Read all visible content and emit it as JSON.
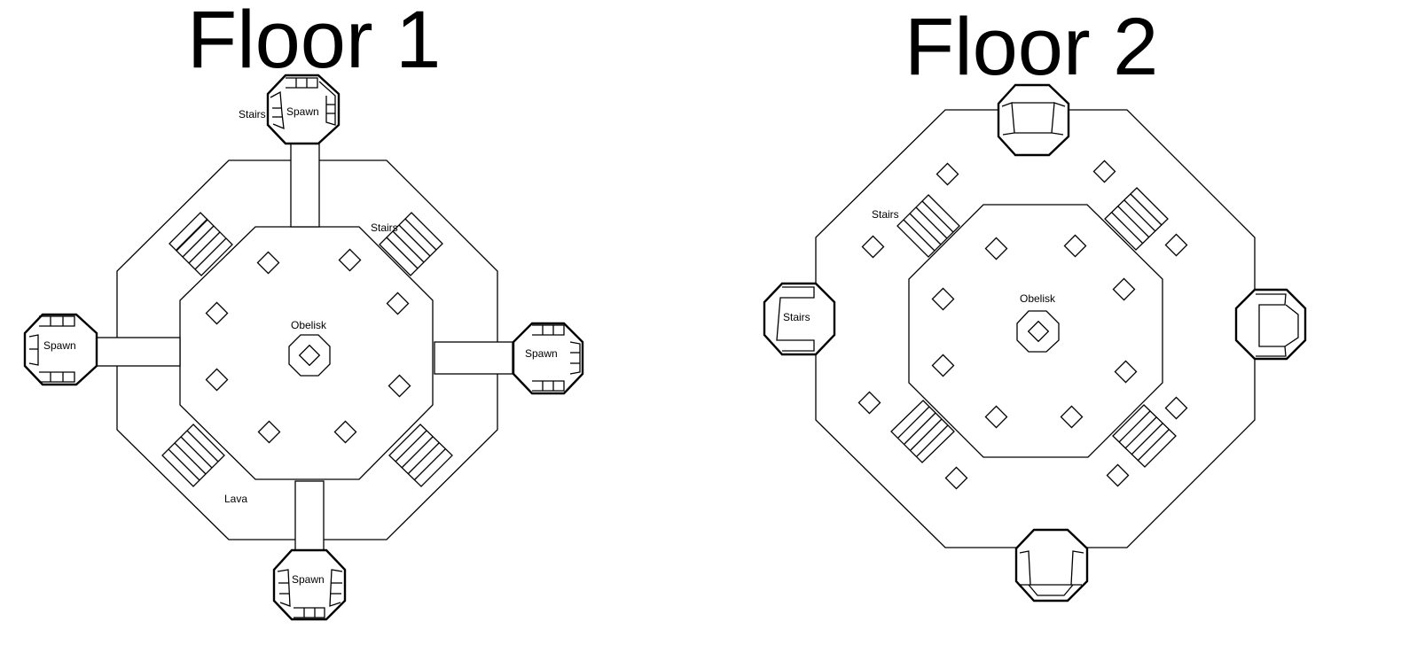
{
  "floors": [
    {
      "title": "Floor 1",
      "labels": {
        "stairs_top": "Stairs",
        "spawn_top": "Spawn",
        "stairs_ne": "Stairs",
        "spawn_left": "Spawn",
        "spawn_right": "Spawn",
        "obelisk": "Obelisk",
        "lava": "Lava",
        "spawn_bottom": "Spawn"
      }
    },
    {
      "title": "Floor 2",
      "labels": {
        "stairs_nw": "Stairs",
        "stairs_left": "Stairs",
        "obelisk": "Obelisk"
      }
    }
  ]
}
